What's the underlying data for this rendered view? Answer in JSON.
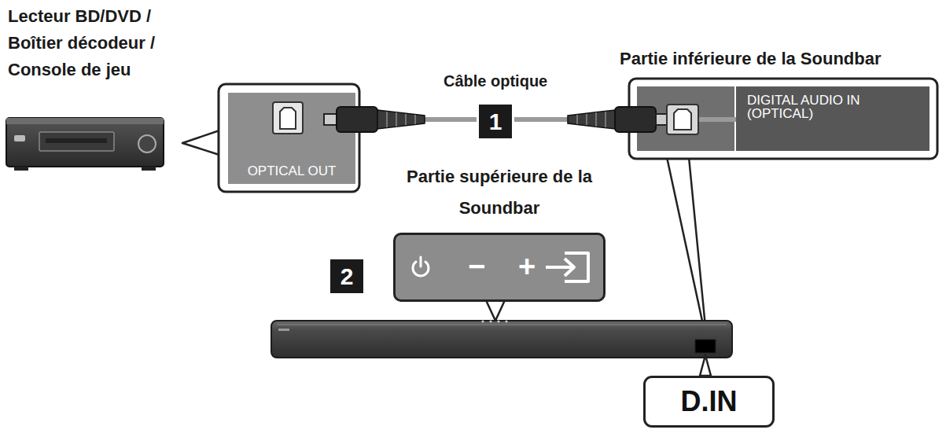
{
  "diagram": {
    "nodes": [
      {
        "text": [
          "OPTICAL OUT"
        ]
      },
      {
        "text": [
          "DIGITAL AUDIO IN (OPTICAL)"
        ]
      },
      {
        "text": [
          "−",
          "+"
        ]
      },
      {
        "text": [
          "D.IN"
        ]
      },
      {
        "text": [
          "1"
        ]
      },
      {
        "text": [
          "2"
        ]
      }
    ],
    "edges": [
      {
        "from": 0,
        "to": 1,
        "arrow": "none",
        "label": "Câble optique"
      }
    ],
    "labels": [
      "Lecteur BD/DVD / Boîtier décodeur / Console de jeu",
      "Partie inférieure de la Soundbar",
      "Partie supérieure de la Soundbar"
    ]
  }
}
